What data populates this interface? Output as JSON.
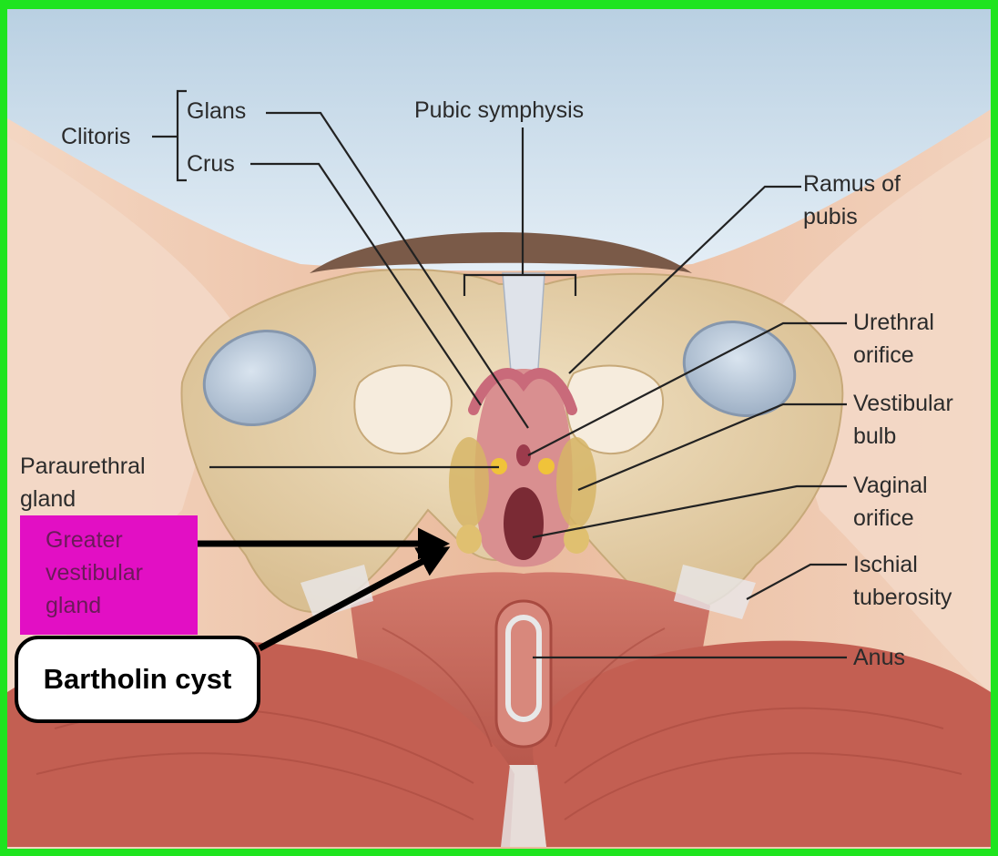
{
  "diagram": {
    "labels": {
      "clitoris": "Clitoris",
      "glans": "Glans",
      "crus": "Crus",
      "pubic_symphysis": "Pubic symphysis",
      "ramus_of_pubis": [
        "Ramus of",
        "pubis"
      ],
      "urethral_orifice": [
        "Urethral",
        "orifice"
      ],
      "vestibular_bulb": [
        "Vestibular",
        "bulb"
      ],
      "vaginal_orifice": [
        "Vaginal",
        "orifice"
      ],
      "ischial_tuberosity": [
        "Ischial",
        "tuberosity"
      ],
      "anus": "Anus",
      "paraurethral_gland": [
        "Paraurethral",
        "gland"
      ],
      "greater_vestibular_gland": [
        "Greater",
        "vestibular",
        "gland"
      ]
    },
    "callout": "Bartholin cyst",
    "colors": {
      "frame": "#1fe41f",
      "highlight": "#e20fc4",
      "sky": "#c9dcea",
      "bone": "#e9d6b2",
      "muscle": "#c8675b",
      "skin": "#ebbca0"
    }
  }
}
